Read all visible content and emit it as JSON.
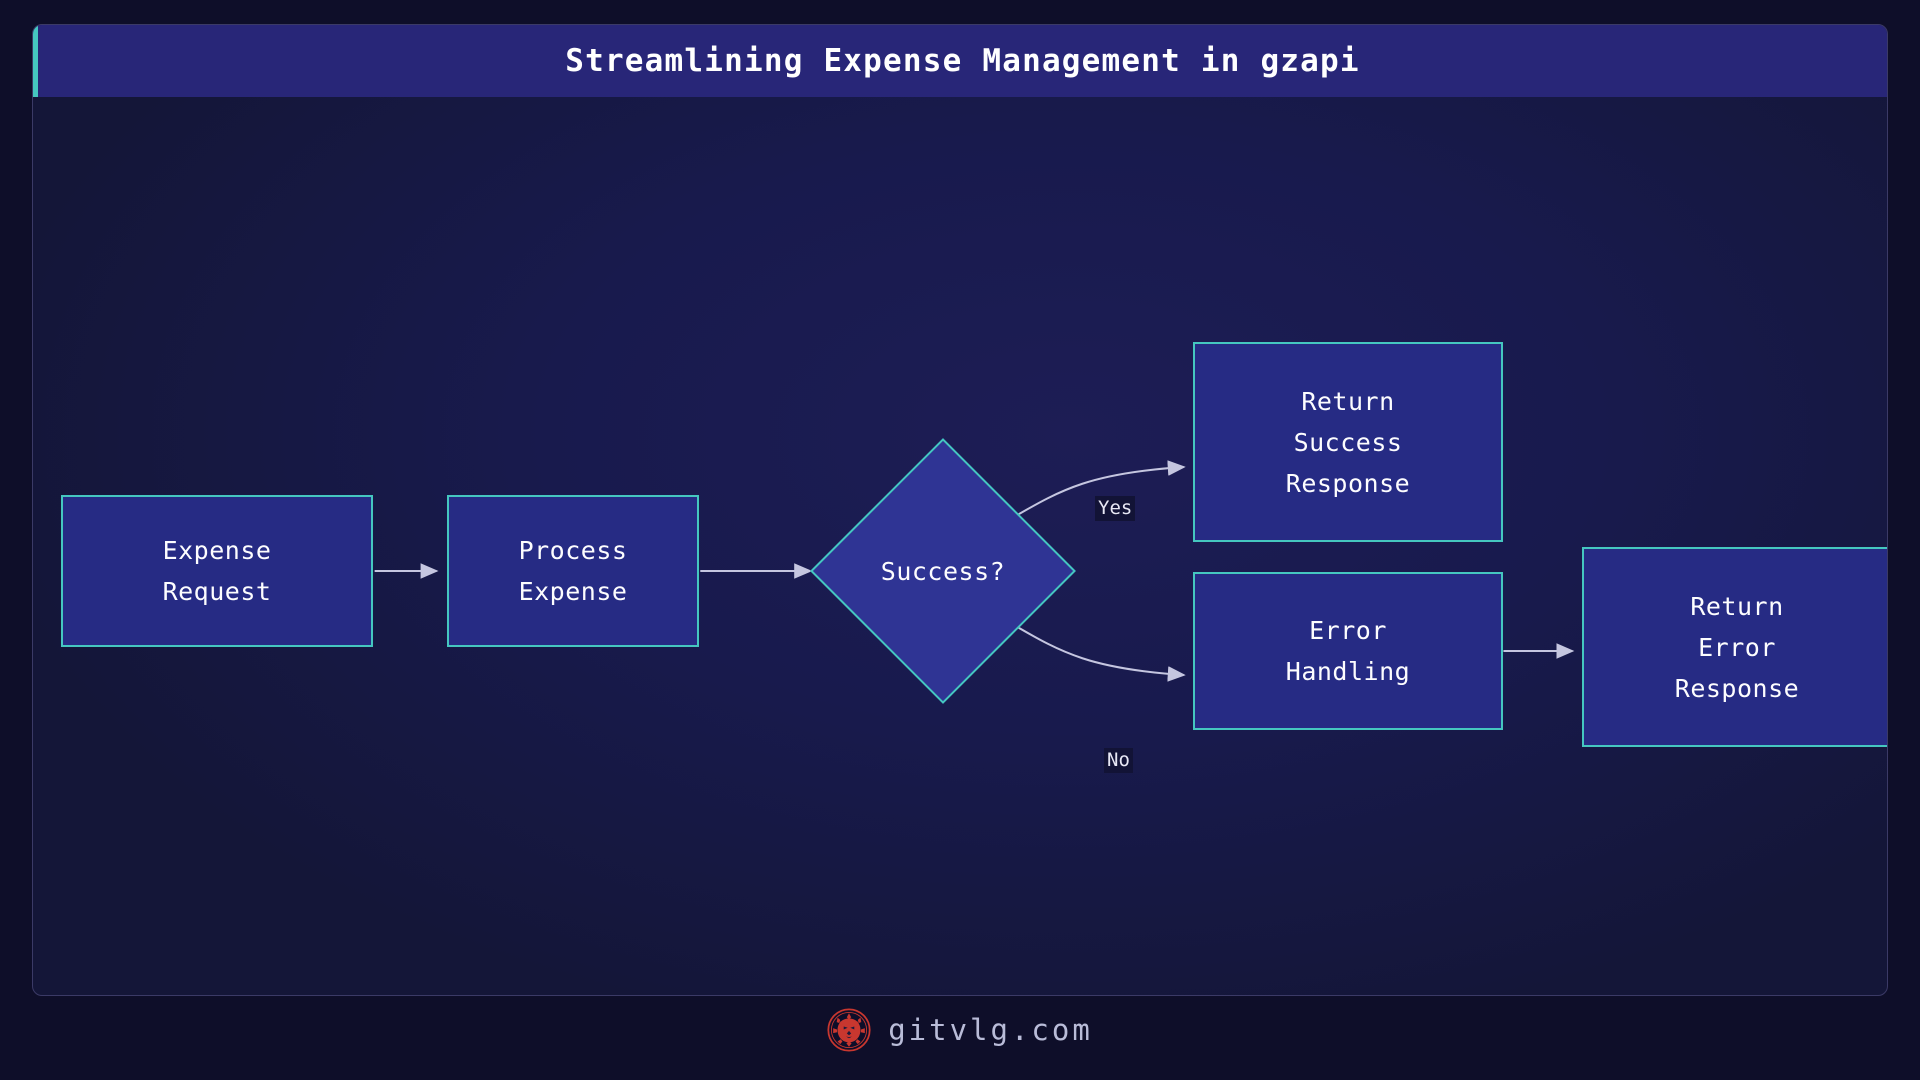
{
  "header": {
    "title": "Streamlining Expense Management in gzapi",
    "accent_color": "#45c7c0",
    "bar_color": "#282678"
  },
  "theme": {
    "page_background": "#0e0e29",
    "canvas_background": "#181a4d",
    "node_border": "#45c7c0",
    "node_fill": "#262b84",
    "decision_fill": "#2f3494",
    "edge_color": "#c5c6e0",
    "text_color": "#fdfdff",
    "label_background": "#121336",
    "logo_color": "#c8372f"
  },
  "diagram": {
    "type": "flowchart",
    "direction": "left-to-right",
    "nodes": [
      {
        "id": "expense_request",
        "label": "Expense\nRequest",
        "shape": "rect"
      },
      {
        "id": "process_expense",
        "label": "Process\nExpense",
        "shape": "rect"
      },
      {
        "id": "success_decision",
        "label": "Success?",
        "shape": "diamond"
      },
      {
        "id": "return_success",
        "label": "Return\nSuccess\nResponse",
        "shape": "rect"
      },
      {
        "id": "error_handling",
        "label": "Error\nHandling",
        "shape": "rect"
      },
      {
        "id": "return_error",
        "label": "Return\nError\nResponse",
        "shape": "rect"
      }
    ],
    "edges": [
      {
        "from": "expense_request",
        "to": "process_expense",
        "label": ""
      },
      {
        "from": "process_expense",
        "to": "success_decision",
        "label": ""
      },
      {
        "from": "success_decision",
        "to": "return_success",
        "label": "Yes"
      },
      {
        "from": "success_decision",
        "to": "error_handling",
        "label": "No"
      },
      {
        "from": "error_handling",
        "to": "return_error",
        "label": ""
      }
    ]
  },
  "footer": {
    "watermark": "gitvlg.com",
    "logo_name": "lion-logo"
  }
}
